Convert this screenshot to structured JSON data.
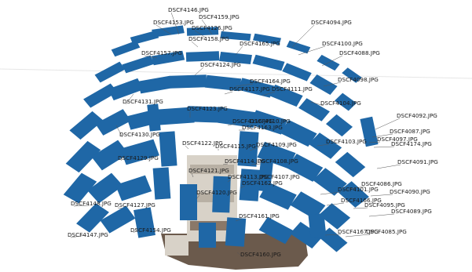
{
  "scene": {
    "camera_color": "#1f67a6",
    "leader_color": "#555555",
    "object_colors": [
      "#8a7868",
      "#d8d2c8",
      "#6b5a4c",
      "#b8b0a4"
    ]
  },
  "cameras": [
    "DSCF4146.JPG",
    "DSCF4159.JPG",
    "DSCF4153.JPG",
    "DSCF4126.JPG",
    "DSCF4094.JPG",
    "DSCF4158.JPG",
    "DSCF4165.JPG",
    "DSCF4100.JPG",
    "DSCF4088.JPG",
    "DSCF4157.JPG",
    "DSCF4124.JPG",
    "DSCF4164.JPG",
    "DSCF4117.JPG",
    "DSCF4111.JPG",
    "DSCF4098.JPG",
    "DSCF4131.JPG",
    "DSCF4123.JPG",
    "DSCF4104.JPG",
    "DSCF4092.JPG",
    "DSCF4116.JPG",
    "DSCF4110.JPG",
    "DSCF4130.JPG",
    "DSCF4163.JPG",
    "DSCF4087.JPG",
    "DSCF4097.JPG",
    "DSCF4174.JPG",
    "DSCF4103.JPG",
    "DSCF4122.JPG",
    "DSCF4115.JPG",
    "DSCF4109.JPG",
    "DSCF4129.JPG",
    "DSCF4114.JPG",
    "DSCF4108.JPG",
    "DSCF4091.JPG",
    "DSCF4121.JPG",
    "DSCF4113.JPG",
    "DSCF4107.JPG",
    "DSCF4162.JPG",
    "DSCF4086.JPG",
    "DSCF4101.JPG",
    "DSCF4090.JPG",
    "DSCF4120.JPG",
    "DSCF4166.JPG",
    "DSCF4095.JPG",
    "DSCF4148.JPG",
    "DSCF4127.JPG",
    "DSCF4161.JPG",
    "DSCF4089.JPG",
    "DSCF4154.JPG",
    "DSCF4167.JPG",
    "DSCF4085.JPG",
    "DSCF4147.JPG",
    "DSCF4160.JPG"
  ]
}
